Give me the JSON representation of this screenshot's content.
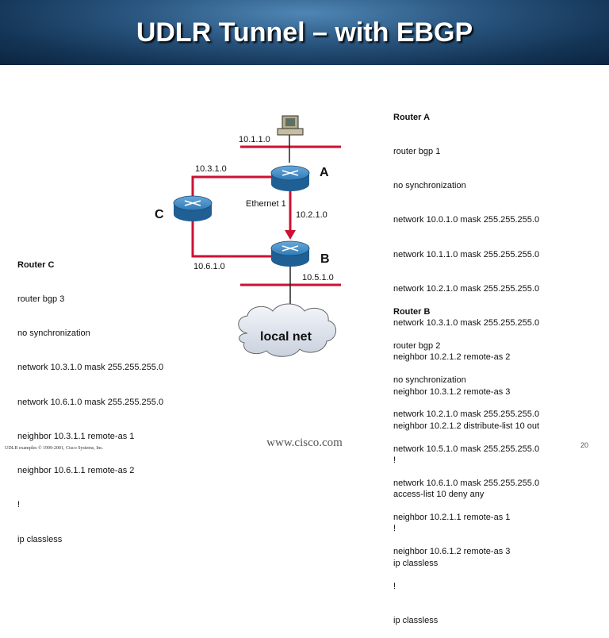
{
  "title": "UDLR Tunnel – with EBGP",
  "routers": {
    "a": "A",
    "b": "B",
    "c": "C"
  },
  "networks": {
    "n1": "10.1.1.0",
    "n3": "10.3.1.0",
    "ethernet": "Ethernet 1",
    "n2": "10.2.1.0",
    "n6": "10.6.1.0",
    "n5": "10.5.1.0"
  },
  "cloud_label": "local net",
  "router_a_config": {
    "heading": "Router A",
    "lines": [
      "router bgp 1",
      "no synchronization",
      "network 10.0.1.0 mask 255.255.255.0",
      "network 10.1.1.0 mask 255.255.255.0",
      "network 10.2.1.0 mask 255.255.255.0",
      "network 10.3.1.0 mask 255.255.255.0",
      "neighbor 10.2.1.2 remote-as 2",
      "neighbor 10.3.1.2 remote-as 3",
      "neighbor 10.2.1.2 distribute-list 10 out",
      "!",
      "access-list 10 deny any",
      "!",
      "ip classless"
    ]
  },
  "router_b_config": {
    "heading": "Router B",
    "lines": [
      "router bgp 2",
      "no synchronization",
      "network 10.2.1.0 mask 255.255.255.0",
      "network 10.5.1.0 mask 255.255.255.0",
      "network 10.6.1.0 mask 255.255.255.0",
      "neighbor 10.2.1.1 remote-as 1",
      "neighbor 10.6.1.2 remote-as 3",
      "!",
      "ip classless"
    ]
  },
  "router_c_config": {
    "heading": "Router C",
    "lines": [
      "router bgp 3",
      "no synchronization",
      "network 10.3.1.0 mask 255.255.255.0",
      "network 10.6.1.0 mask 255.255.255.0",
      "neighbor 10.3.1.1 remote-as 1",
      "neighbor 10.6.1.1 remote-as 2",
      "!",
      "ip classless"
    ]
  },
  "footer": {
    "left": "UDLR examples © 1999-2001, Cisco Systems, Inc.",
    "url": "www.cisco.com",
    "page": "20"
  },
  "colors": {
    "link": "#cc1133",
    "lan": "#cc1133",
    "router": "#1f6fa8",
    "header": "#1c4670"
  }
}
